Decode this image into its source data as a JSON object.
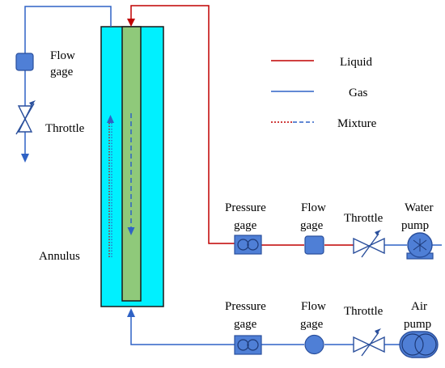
{
  "labels": {
    "flow": "Flow",
    "gage": "gage",
    "throttle": "Throttle",
    "annulus": "Annulus",
    "pressure": "Pressure",
    "water": "Water",
    "air": "Air",
    "pump": "pump"
  },
  "legend": {
    "liquid": "Liquid",
    "gas": "Gas",
    "mixture": "Mixture"
  },
  "colors": {
    "liquid_line": "#c00000",
    "gas_line": "#2f62c5",
    "annulus_fill": "#00f0ff",
    "tube_fill": "#8fc97a",
    "device_fill": "#4f7fd6",
    "device_stroke": "#2a4f9c"
  },
  "icons": [
    "flow-gage-icon",
    "pressure-gage-icon",
    "throttle-valve-icon",
    "water-pump-icon",
    "air-pump-icon"
  ]
}
